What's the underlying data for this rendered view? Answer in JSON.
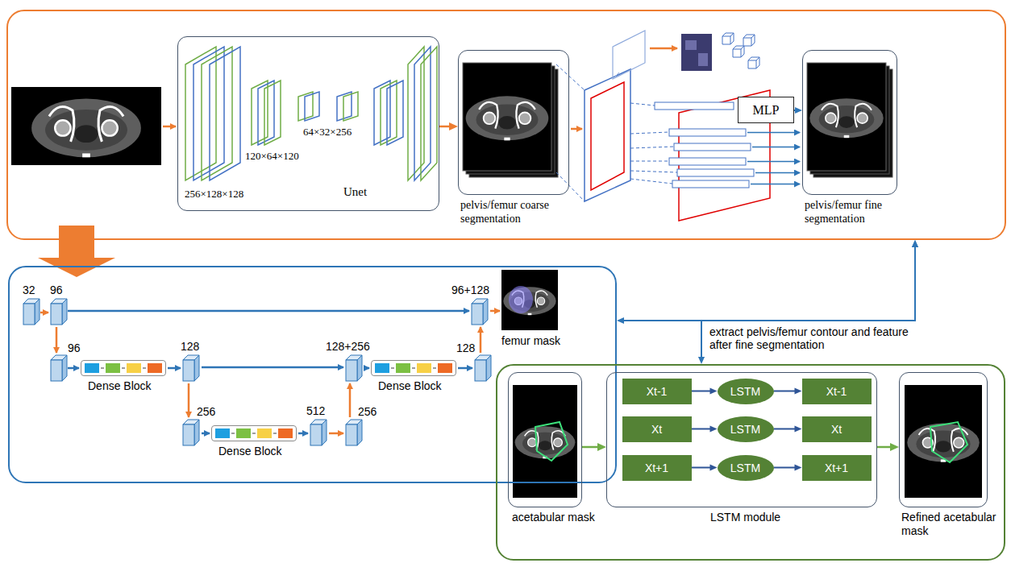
{
  "diagram": {
    "nodes": [
      {
        "text": []
      },
      {
        "text": [
          "64×32×256",
          "120×64×120",
          "256×128×128",
          "Unet"
        ],
        "in": 0
      },
      {
        "text": [
          "pelvis/femur coarse segmentation"
        ],
        "in": 0
      },
      {
        "text": [
          "MLP"
        ],
        "in": 0
      },
      {
        "text": [
          "pelvis/femur fine segmentation"
        ],
        "in": 0
      },
      {
        "text": []
      },
      {
        "text": [
          "femur mask"
        ],
        "in": 5
      },
      {
        "text": [
          "Dense Block"
        ],
        "in": 5
      },
      {
        "text": [
          "Dense Block"
        ],
        "in": 5
      },
      {
        "text": [
          "Dense Block"
        ],
        "in": 5
      },
      {
        "text": []
      },
      {
        "text": [
          "acetabular mask"
        ],
        "in": 10
      },
      {
        "text": [
          "LSTM module"
        ],
        "in": 10
      },
      {
        "text": [
          "Xt-1"
        ],
        "in": 12
      },
      {
        "text": [
          "LSTM"
        ],
        "in": 12
      },
      {
        "text": [
          "Xt-1"
        ],
        "in": 12
      },
      {
        "text": [
          "Xt"
        ],
        "in": 12
      },
      {
        "text": [
          "LSTM"
        ],
        "in": 12
      },
      {
        "text": [
          "Xt"
        ],
        "in": 12
      },
      {
        "text": [
          "Xt+1"
        ],
        "in": 12
      },
      {
        "text": [
          "LSTM"
        ],
        "in": 12
      },
      {
        "text": [
          "Xt+1"
        ],
        "in": 12
      },
      {
        "text": [
          "Refined acetabular mask"
        ],
        "in": 10
      }
    ],
    "edges": [
      {
        "from": 1,
        "to": 2,
        "arrow": "to"
      },
      {
        "from": 3,
        "to": 4,
        "arrow": "to"
      },
      {
        "from": 0,
        "to": 5,
        "arrow": "to"
      },
      {
        "from": 0,
        "to": 5,
        "arrow": "both"
      },
      {
        "from": 0,
        "to": 10,
        "arrow": "both"
      },
      {
        "from": 11,
        "to": 12,
        "arrow": "to"
      },
      {
        "from": 12,
        "to": 22,
        "arrow": "to"
      },
      {
        "from": 13,
        "to": 14,
        "arrow": "to"
      },
      {
        "from": 14,
        "to": 15,
        "arrow": "to"
      },
      {
        "from": 16,
        "to": 17,
        "arrow": "to"
      },
      {
        "from": 17,
        "to": 18,
        "arrow": "to"
      },
      {
        "from": 19,
        "to": 20,
        "arrow": "to"
      },
      {
        "from": 20,
        "to": 21,
        "arrow": "to"
      }
    ],
    "labels": [
      "32",
      "96",
      "96+128",
      "extract pelvis/femur contour and feature after fine segmentation",
      "96",
      "128",
      "128+256",
      "128",
      "256",
      "512",
      "256"
    ]
  }
}
